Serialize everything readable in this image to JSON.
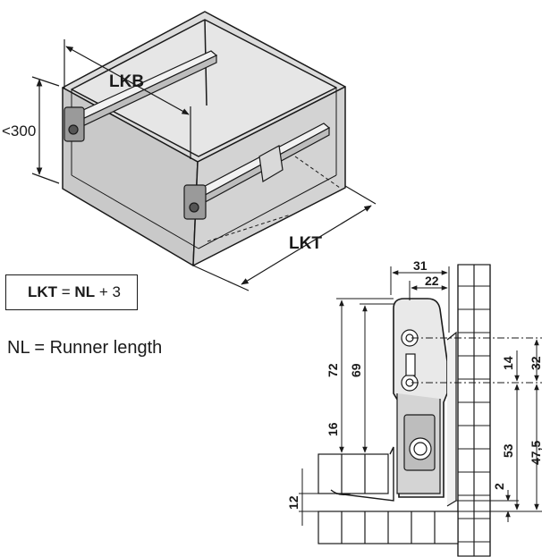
{
  "labels": {
    "lkb": "LKB",
    "lkt": "LKT",
    "height": "<300"
  },
  "formula": {
    "term1": "LKT",
    "eq": " = ",
    "term2": "NL",
    "plus": " + 3"
  },
  "note": "NL = Runner length",
  "dims": {
    "d31": "31",
    "d22": "22",
    "d72": "72",
    "d69": "69",
    "d16": "16",
    "d12": "12",
    "d14": "14",
    "d32": "32",
    "d53": "53",
    "d47_5": "47,5",
    "d2": "2"
  }
}
